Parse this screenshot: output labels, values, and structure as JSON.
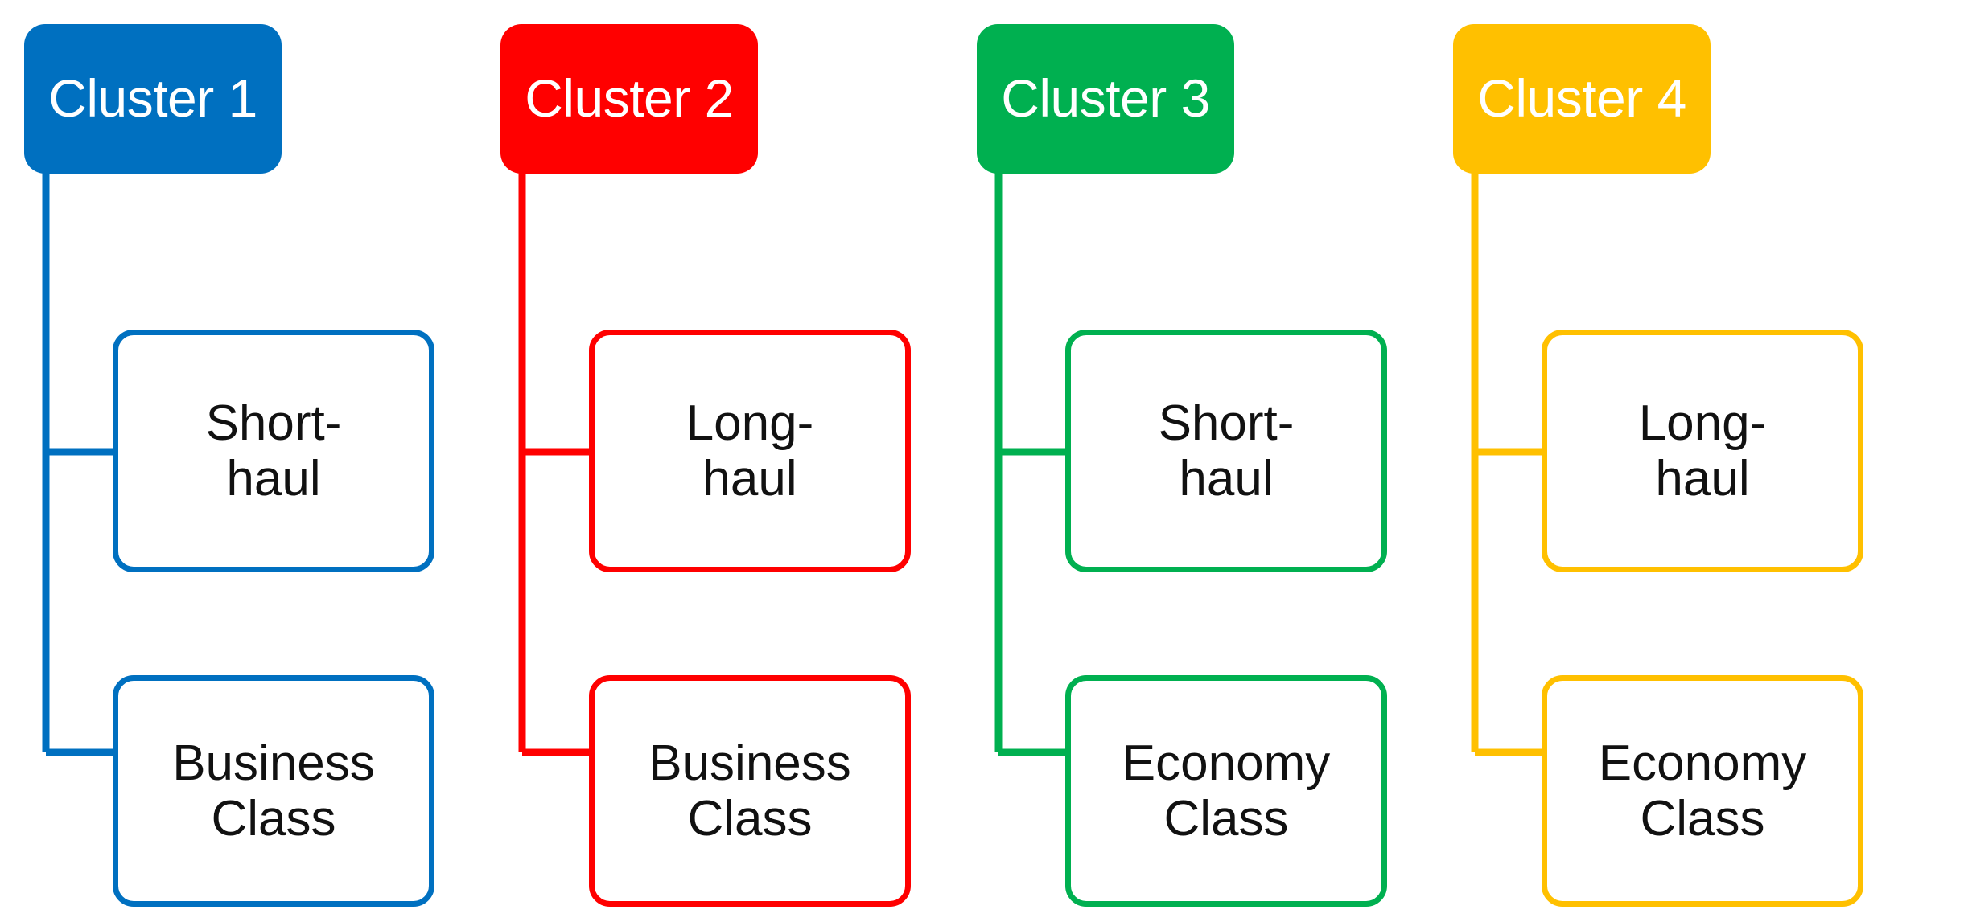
{
  "diagram": {
    "type": "cluster-hierarchy",
    "background_color": "#FFFFFF",
    "columns": 4,
    "clusters": [
      {
        "id": "cluster-1",
        "label": "Cluster 1",
        "color": "#0070C0",
        "label_color": "#FFFFFF",
        "children": [
          {
            "label": "Short-\nhaul",
            "line1": "Short-",
            "line2": "haul"
          },
          {
            "label": "Business\nClass",
            "line1": "Business",
            "line2": "Class"
          }
        ]
      },
      {
        "id": "cluster-2",
        "label": "Cluster 2",
        "color": "#FF0000",
        "label_color": "#FFFFFF",
        "children": [
          {
            "label": "Long-\nhaul",
            "line1": "Long-",
            "line2": "haul"
          },
          {
            "label": "Business\nClass",
            "line1": "Business",
            "line2": "Class"
          }
        ]
      },
      {
        "id": "cluster-3",
        "label": "Cluster 3",
        "color": "#00B050",
        "label_color": "#FFFFFF",
        "children": [
          {
            "label": "Short-\nhaul",
            "line1": "Short-",
            "line2": "haul"
          },
          {
            "label": "Economy\nClass",
            "line1": "Economy",
            "line2": "Class"
          }
        ]
      },
      {
        "id": "cluster-4",
        "label": "Cluster 4",
        "color": "#FFC000",
        "label_color": "#FFFFFF",
        "children": [
          {
            "label": "Long-\nhaul",
            "line1": "Long-",
            "line2": "haul"
          },
          {
            "label": "Economy\nClass",
            "line1": "Economy",
            "line2": "Class"
          }
        ]
      }
    ]
  }
}
